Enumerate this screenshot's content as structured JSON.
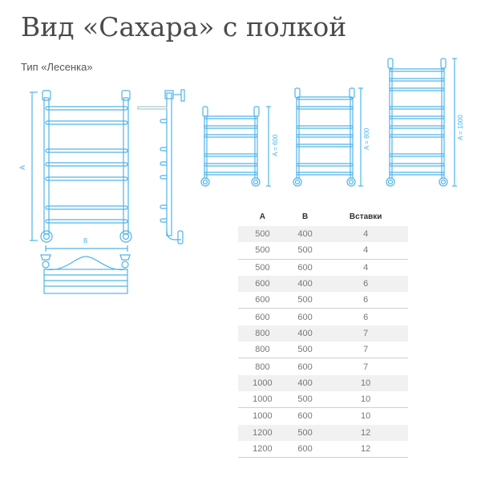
{
  "header": {
    "title": "Вид «Сахара» с полкой",
    "subtitle": "Тип «Лесенка»"
  },
  "drawing": {
    "stroke_color": "#4fb3e8",
    "front_view": {
      "dim_a_label": "A",
      "dim_b_label": "B"
    },
    "variants": [
      {
        "label": "A = 600"
      },
      {
        "label": "A = 800"
      },
      {
        "label": "A = 1000"
      }
    ]
  },
  "table": {
    "headers": [
      "A",
      "B",
      "Вставки"
    ],
    "rows": [
      [
        "500",
        "400",
        "4"
      ],
      [
        "500",
        "500",
        "4"
      ],
      [
        "500",
        "600",
        "4"
      ],
      [
        "600",
        "400",
        "6"
      ],
      [
        "600",
        "500",
        "6"
      ],
      [
        "600",
        "600",
        "6"
      ],
      [
        "800",
        "400",
        "7"
      ],
      [
        "800",
        "500",
        "7"
      ],
      [
        "800",
        "600",
        "7"
      ],
      [
        "1000",
        "400",
        "10"
      ],
      [
        "1000",
        "500",
        "10"
      ],
      [
        "1000",
        "600",
        "10"
      ],
      [
        "1200",
        "500",
        "12"
      ],
      [
        "1200",
        "600",
        "12"
      ]
    ]
  }
}
